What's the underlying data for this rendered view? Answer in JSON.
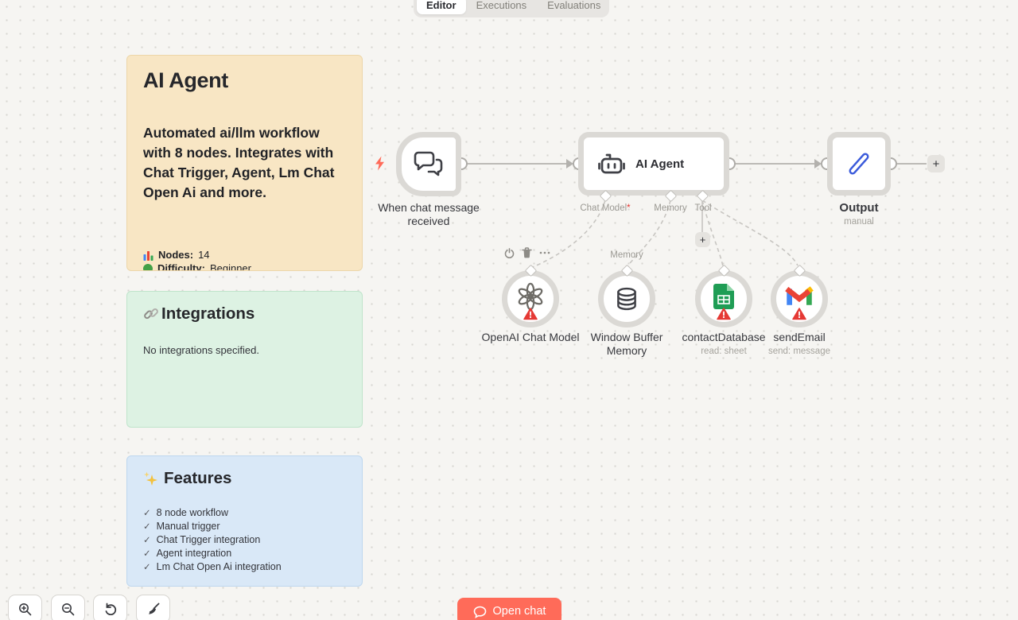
{
  "tabs": {
    "items": [
      {
        "label": "Editor"
      },
      {
        "label": "Executions"
      },
      {
        "label": "Evaluations"
      }
    ]
  },
  "notes": {
    "overview": {
      "title": "AI Agent",
      "description": "Automated ai/llm workflow with 8 nodes. Integrates with Chat Trigger, Agent, Lm Chat Open Ai and more.",
      "stats": [
        {
          "icon": "bar-chart-icon",
          "label": "Nodes:",
          "value": "14"
        },
        {
          "icon": "green-circle-icon",
          "label": "Difficulty:",
          "value": "Beginner"
        }
      ]
    },
    "integrations": {
      "icon": "link-icon",
      "title": "Integrations",
      "body": "No integrations specified."
    },
    "features": {
      "icon": "sparkles-icon",
      "title": "Features",
      "check": "✓",
      "items": [
        "8 node workflow",
        "Manual trigger",
        "Chat Trigger integration",
        "Agent integration",
        "Lm Chat Open Ai integration"
      ]
    }
  },
  "workflow": {
    "trigger": {
      "label": "When chat message received"
    },
    "agent": {
      "title": "AI Agent",
      "port_chat_model": "Chat Model",
      "required_marker": "*",
      "port_memory": "Memory",
      "port_tool": "Tool"
    },
    "output": {
      "label": "Output",
      "subtitle": "manual"
    },
    "sub_nodes": [
      {
        "label": "OpenAI Chat Model"
      },
      {
        "label": "Window Buffer Memory",
        "port_label": "Memory"
      },
      {
        "label": "contactDatabase",
        "subtitle": "read: sheet"
      },
      {
        "label": "sendEmail",
        "subtitle": "send: message"
      }
    ],
    "plus_label": "+"
  },
  "controls": {
    "open_chat_label": "Open chat"
  },
  "colors": {
    "accent": "#ff6b59",
    "warning": "#e53935",
    "sticky_orange": "#f8e6c4",
    "sticky_green": "#ddf2e3",
    "sticky_blue": "#d9e8f7"
  }
}
